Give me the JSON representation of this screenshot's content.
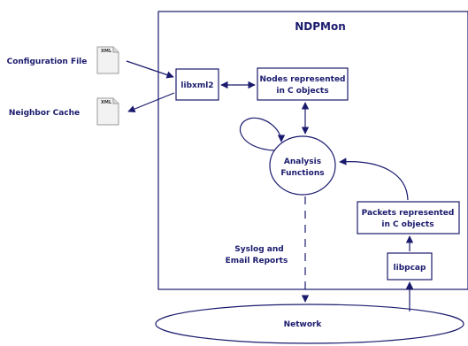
{
  "diagram": {
    "title": "NDPMon",
    "files": {
      "config_label": "Configuration File",
      "cache_label": "Neighbor Cache",
      "icon_text": "XML"
    },
    "boxes": {
      "libxml2": "libxml2",
      "nodes_line1": "Nodes represented",
      "nodes_line2": "in C objects",
      "packets_line1": "Packets represented",
      "packets_line2": "in C objects",
      "libpcap": "libpcap"
    },
    "analysis": {
      "line1": "Analysis",
      "line2": "Functions"
    },
    "reports": {
      "line1": "Syslog and",
      "line2": "Email Reports"
    },
    "network": "Network"
  }
}
